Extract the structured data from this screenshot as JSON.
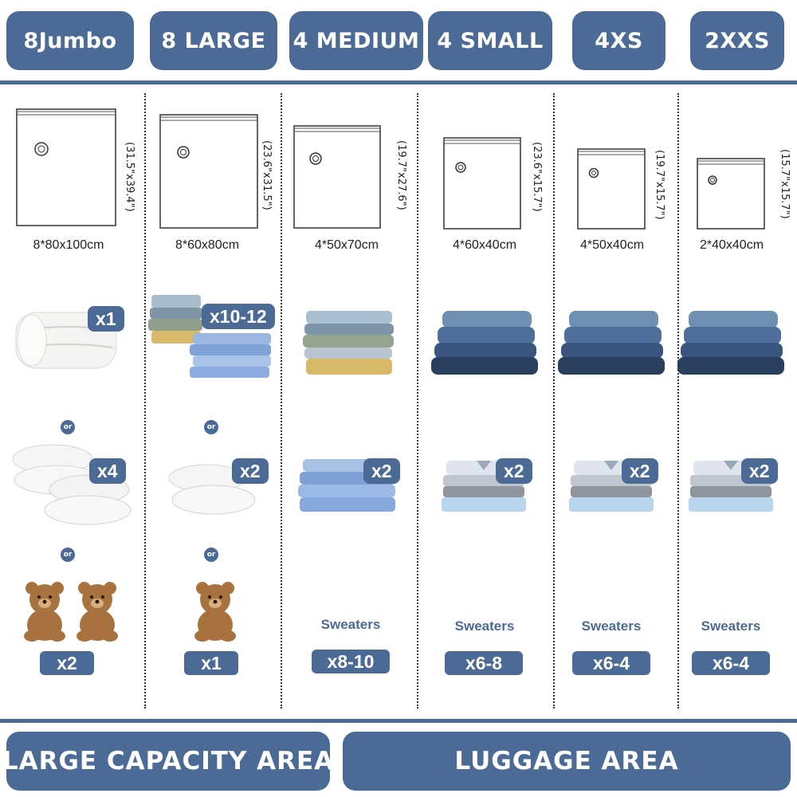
{
  "headers": [
    "8Jumbo",
    "8 LARGE",
    "4 MEDIUM",
    "4 SMALL",
    "4XS",
    "2XXS"
  ],
  "dimensions_inch": [
    "(31.5\"x39.4\")",
    "(23.6\"x31.5\")",
    "(19.7\"x27.6\")",
    "(23.6\"x15.7\")",
    "(19.7\"x15.7\")",
    "(15.7\"x15.7\")"
  ],
  "sizes_cm": [
    "8*80x100cm",
    "8*60x80cm",
    "4*50x70cm",
    "4*60x40cm",
    "4*50x40cm",
    "2*40x40cm"
  ],
  "row1_badges": [
    "x1",
    "x10-12"
  ],
  "row2_badges": [
    "x4",
    "x2",
    "x2",
    "x2",
    "x2",
    "x2"
  ],
  "or_label": "or",
  "bottom_counts": [
    "x2",
    "x1",
    "x8-10",
    "x6-8",
    "x6-4",
    "x6-4"
  ],
  "sweaters_label": "Sweaters",
  "footer": {
    "left": "LARGE CAPACITY AREA",
    "right": "LUGGAGE AREA"
  },
  "colors": {
    "accent": "#4c6a96",
    "denim": "#4a6e99",
    "knit": "#8ea1b4",
    "white_item": "#f2f2f2",
    "bear": "#a8723f"
  },
  "icons": [
    "vacuum-bag-icon",
    "comforter-icon",
    "folded-clothes-icon",
    "jeans-stack-icon",
    "pillow-icon",
    "shirts-stack-icon",
    "teddy-bear-icon"
  ]
}
